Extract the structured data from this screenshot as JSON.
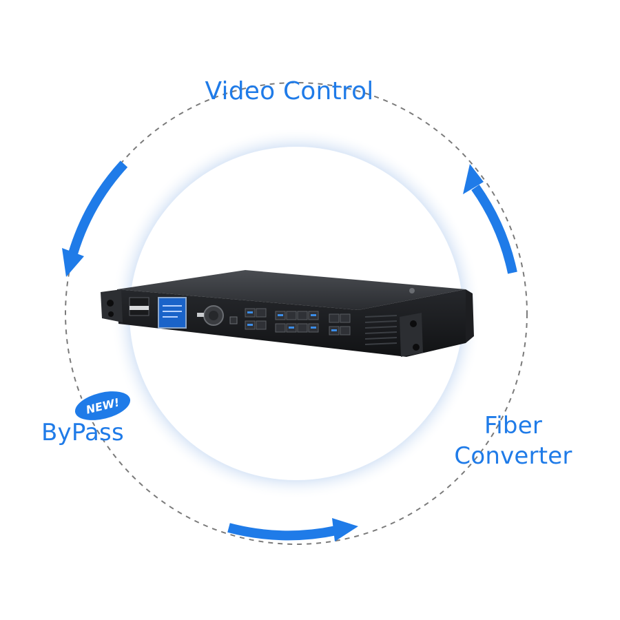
{
  "labels": {
    "video_control": "Video Control",
    "fiber_converter_line1": "Fiber",
    "fiber_converter_line2": "Converter",
    "bypass": "ByPass",
    "new_badge": "NEW!"
  },
  "colors": {
    "accent": "#1f7be8",
    "dashed_ring": "#7a7a7a",
    "glow": "#dbe7f7"
  },
  "icons": {
    "cycle_arrows": "circular-arrow-icon",
    "device": "video-processor-device"
  }
}
